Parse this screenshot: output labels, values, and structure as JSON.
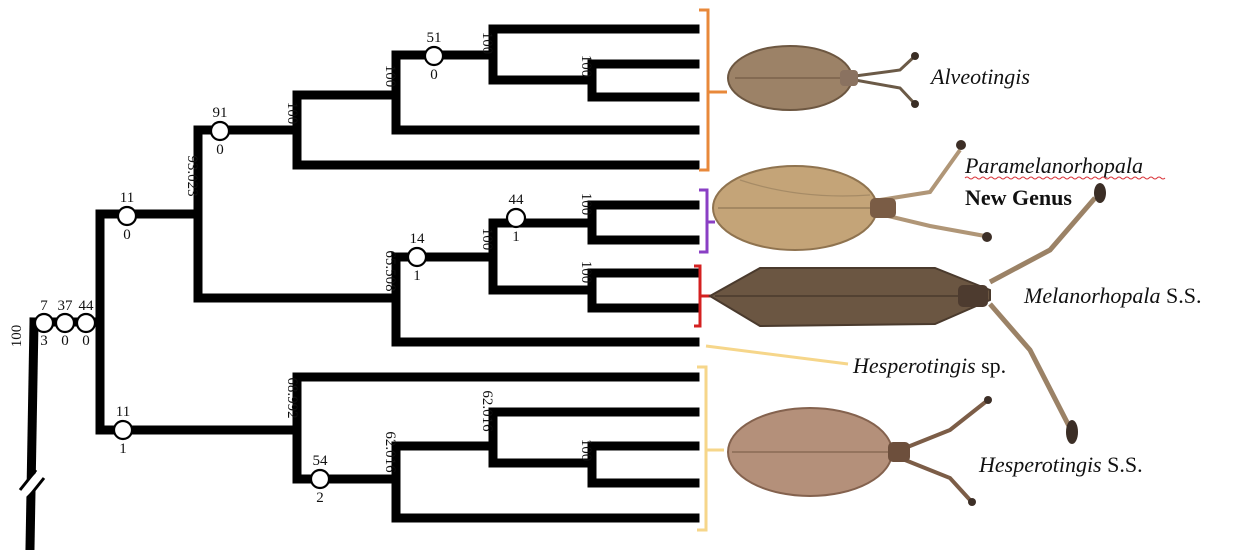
{
  "taxa": {
    "alveotingis": "Alveotingis",
    "paramelanorhopala": "Paramelanorhopala",
    "new_genus": "New Genus",
    "melanorhopala": "Melanorhopala",
    "melanorhopala_suffix": " S.S.",
    "hesperotingis_sp": "Hesperotingis",
    "hesperotingis_sp_suffix": " sp.",
    "hesperotingis_ss": "Hesperotingis",
    "hesperotingis_ss_suffix": " S.S."
  },
  "support": {
    "root": "100",
    "alveo_clade": "100",
    "alveo_inner": "100",
    "alveo_top": "100",
    "alveo_pair": "100",
    "upper_clade": "93.023",
    "mel_clade": "65.508",
    "para_mel": "100",
    "para_pair": "100",
    "mel_pair": "100",
    "hesp_clade": "68.992",
    "hesp_inner": "62.016",
    "hesp_top": "62.016",
    "hesp_pair": "100"
  },
  "node_labels": {
    "n7": {
      "top": "7",
      "bottom": "3"
    },
    "n37": {
      "top": "37",
      "bottom": "0"
    },
    "n44": {
      "top": "44",
      "bottom": "0"
    },
    "n11a": {
      "top": "11",
      "bottom": "0"
    },
    "n11b": {
      "top": "11",
      "bottom": "1"
    },
    "n91": {
      "top": "91",
      "bottom": "0"
    },
    "n51": {
      "top": "51",
      "bottom": "0"
    },
    "n14": {
      "top": "14",
      "bottom": "1"
    },
    "n44b": {
      "top": "44",
      "bottom": "1"
    },
    "n54": {
      "top": "54",
      "bottom": "2"
    }
  },
  "colors": {
    "alveotingis": "#e8883a",
    "paramelanorhopala": "#8a3fc4",
    "melanorhopala": "#d42020",
    "hesperotingis": "#f6d68a"
  }
}
